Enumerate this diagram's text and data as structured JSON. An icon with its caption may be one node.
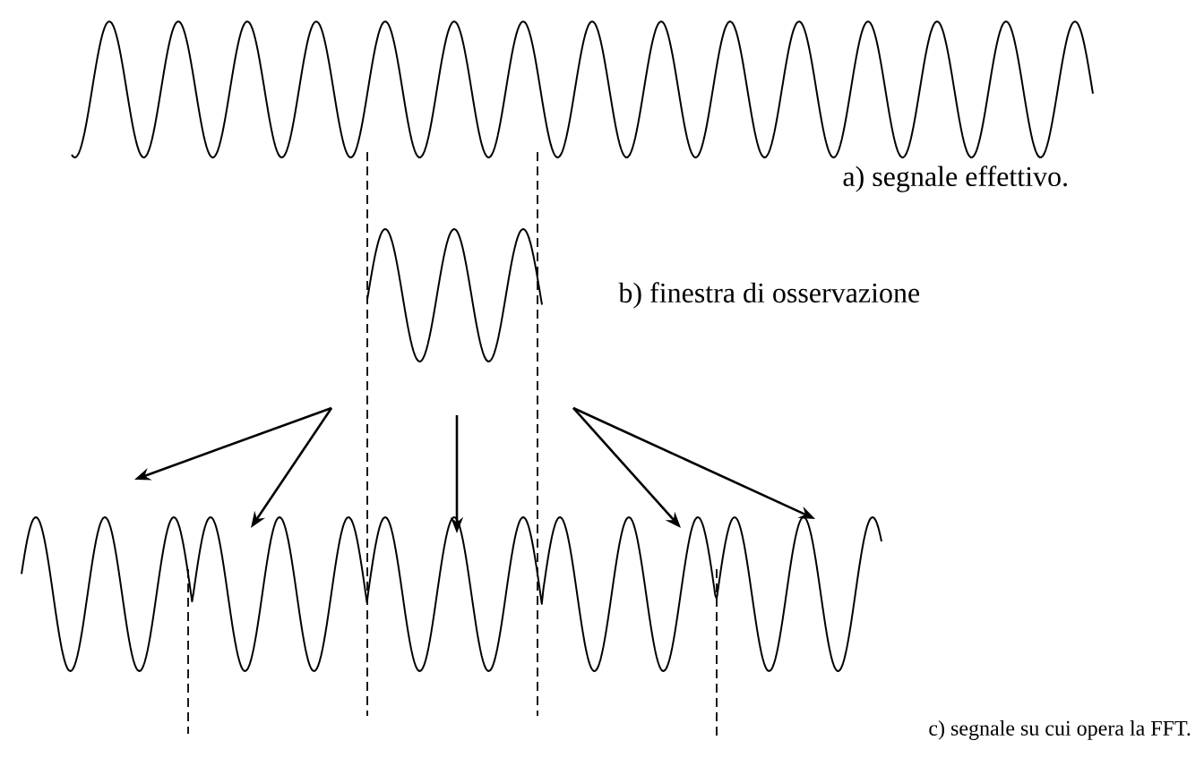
{
  "diagram": {
    "nodes": [
      {
        "text": [],
        "shape": "picture",
        "beside": [
          "a) segnale effettivo."
        ]
      },
      {
        "text": [],
        "shape": "picture",
        "beside": [
          "b) finestra di osservazione"
        ]
      },
      {
        "text": [],
        "shape": "picture",
        "beside": [
          "c) segnale su cui opera la FFT."
        ]
      }
    ],
    "edges": [
      {
        "from": 1,
        "to": 2,
        "arrow": "to"
      },
      {
        "from": 1,
        "to": 2,
        "arrow": "to"
      },
      {
        "from": 1,
        "to": 2,
        "arrow": "to"
      },
      {
        "from": 1,
        "to": 2,
        "arrow": "to"
      },
      {
        "from": 1,
        "to": 2,
        "arrow": "to"
      }
    ]
  }
}
